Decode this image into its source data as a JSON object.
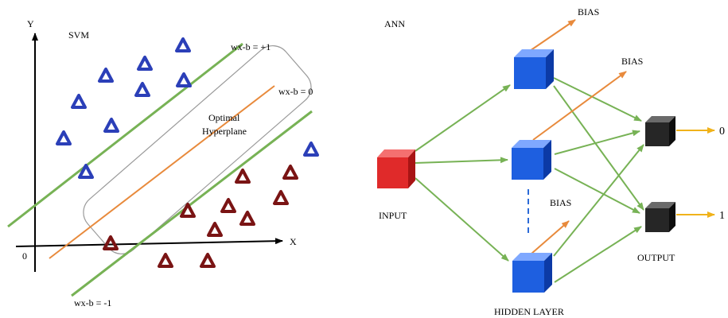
{
  "svm": {
    "title": "SVM",
    "y_axis_label": "Y",
    "x_axis_label": "X",
    "origin_label": "0",
    "margin_plus_label": "wx-b = +1",
    "hyperplane_eq_label": "wx-b = 0",
    "margin_minus_label": "wx-b = -1",
    "hyperplane_title_line1": "Optimal",
    "hyperplane_title_line2": "Hyperplane",
    "colors": {
      "class_a": "#2b3fb8",
      "class_b": "#7a1414",
      "margin": "#77b255",
      "hyperplane": "#e88a3c"
    }
  },
  "ann": {
    "title": "ANN",
    "input_label": "INPUT",
    "hidden_label": "HIDDEN LAYER",
    "output_label": "OUTPUT",
    "bias_labels": [
      "BIAS",
      "BIAS",
      "BIAS"
    ],
    "output_values": [
      "0",
      "1"
    ],
    "colors": {
      "input": "#e02a2a",
      "hidden": "#1e5fe0",
      "output": "#222222",
      "connection": "#77b255",
      "bias_arrow": "#e88a3c",
      "output_arrow": "#f0b21a"
    }
  }
}
